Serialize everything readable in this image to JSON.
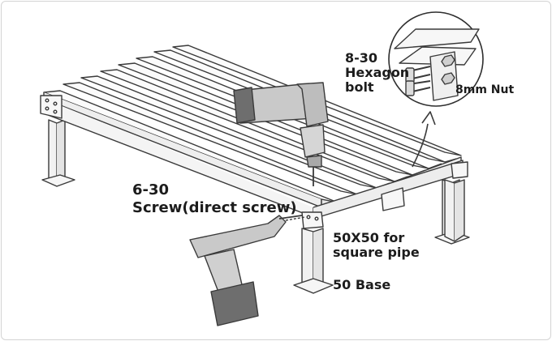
{
  "labels": {
    "hexagon_bolt": [
      "8-30",
      "Hexagon",
      "bolt"
    ],
    "nut": "8mm Nut",
    "screw": [
      "6-30",
      "Screw(direct screw)"
    ],
    "square_pipe": [
      "50X50 for",
      "square pipe"
    ],
    "base": "50 Base"
  },
  "colors": {
    "line": "#3a3a3a",
    "drill_body": "#c9c9c9",
    "drill_battery": "#6e6e6e",
    "text": "#1c1c1c"
  },
  "icons": [
    "drill-icon",
    "bolt-icon",
    "nut-icon",
    "arrow-icon"
  ]
}
